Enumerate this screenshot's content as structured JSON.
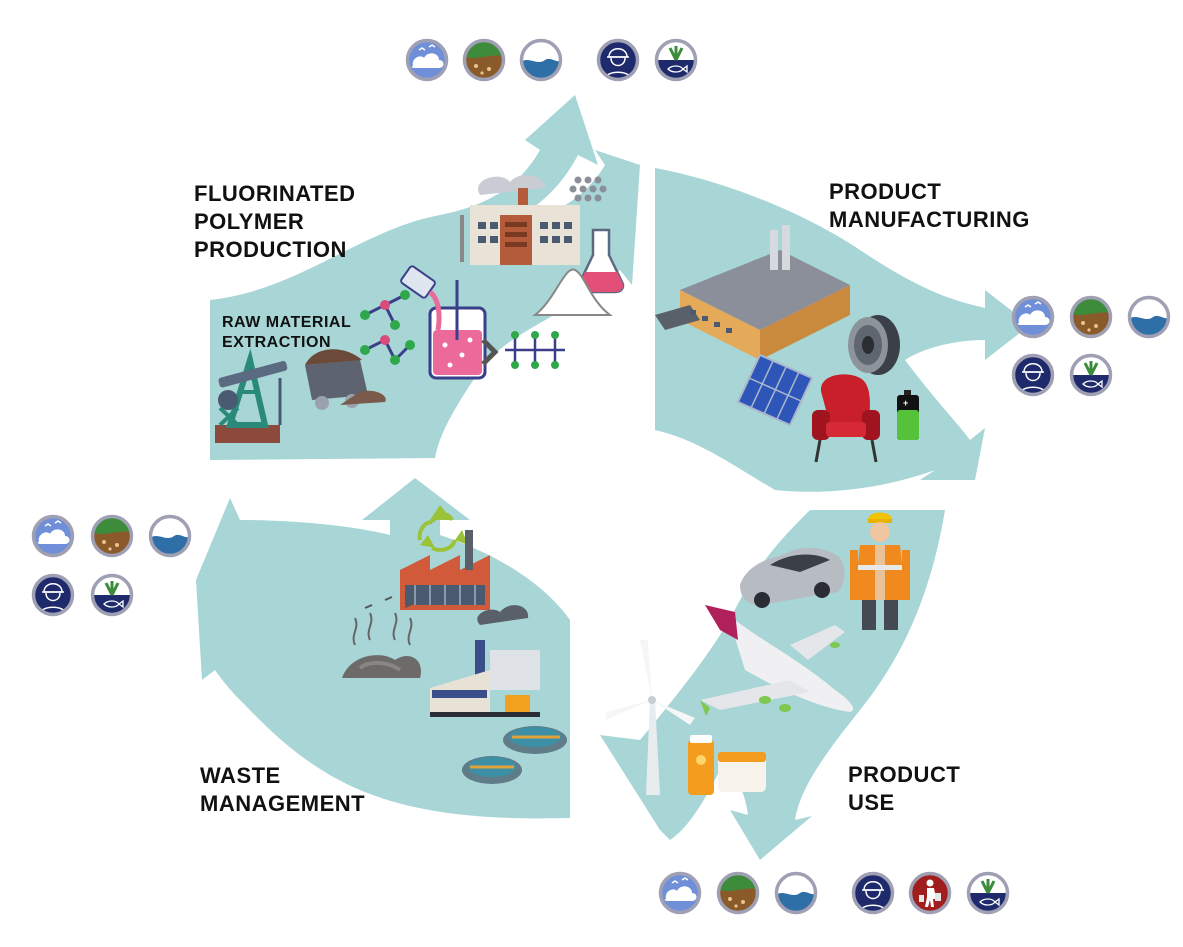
{
  "stages": {
    "polymer_production": [
      "FLUORINATED",
      "POLYMER",
      "PRODUCTION"
    ],
    "raw_material": [
      "RAW MATERIAL",
      "EXTRACTION"
    ],
    "manufacturing": [
      "PRODUCT",
      "MANUFACTURING"
    ],
    "product_use": [
      "PRODUCT",
      "USE"
    ],
    "waste_management": [
      "WASTE",
      "MANAGEMENT"
    ]
  },
  "icons": {
    "air": "air-emission-icon",
    "soil": "soil-emission-icon",
    "water": "water-emission-icon",
    "worker": "worker-exposure-icon",
    "consumer": "consumer-exposure-icon",
    "wildlife": "wildlife-exposure-icon"
  },
  "colors": {
    "arrow": "#a8d5d6",
    "icon_ring": "#a0a0b4",
    "sky_blue": "#6f8fd8",
    "navy": "#1e2a6b",
    "soil_brown": "#8b5a2b",
    "grass_green": "#3c8c3c",
    "water_blue": "#2f6fa8",
    "consumer_red": "#a01e1e"
  }
}
